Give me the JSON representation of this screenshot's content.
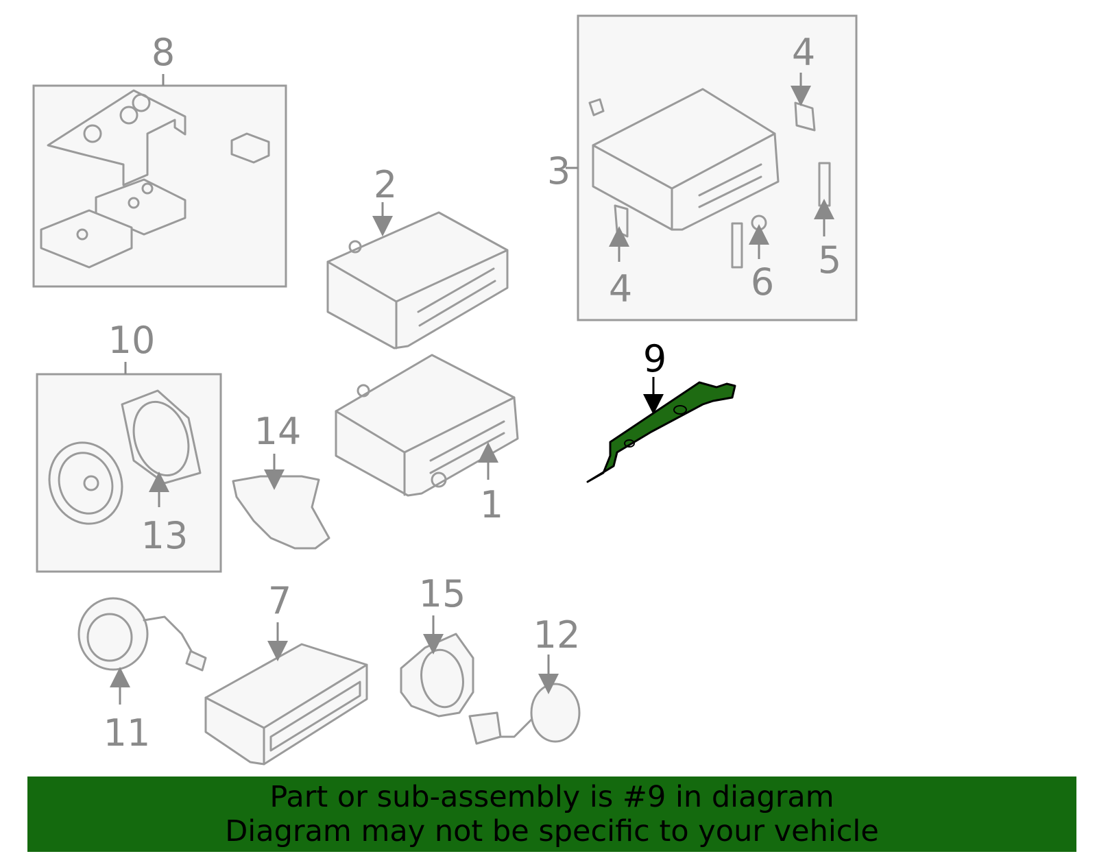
{
  "callouts": {
    "c1": "1",
    "c2": "2",
    "c3": "3",
    "c4a": "4",
    "c4b": "4",
    "c5": "5",
    "c6": "6",
    "c7": "7",
    "c8": "8",
    "c9": "9",
    "c10": "10",
    "c11": "11",
    "c12": "12",
    "c13": "13",
    "c14": "14",
    "c15": "15"
  },
  "highlight": {
    "part_number": "9",
    "color": "#1e6b12"
  },
  "colors": {
    "banner": "#146a0e",
    "line": "#9a9a9a",
    "label": "#8a8a8a"
  },
  "banner": {
    "line1": "Part or sub-assembly is #9 in diagram",
    "line2": "Diagram may not be specific to your vehicle"
  }
}
